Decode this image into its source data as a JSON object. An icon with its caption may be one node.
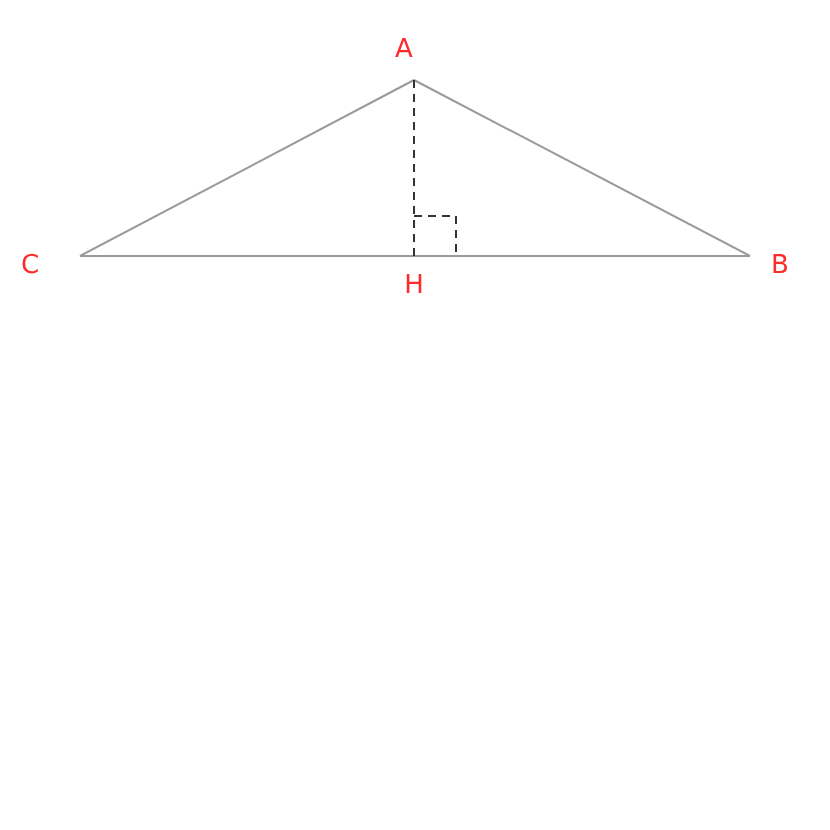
{
  "diagram": {
    "nodes": [
      {
        "text": [
          "A"
        ]
      },
      {
        "text": [
          "C"
        ]
      },
      {
        "text": [
          "B"
        ]
      },
      {
        "text": [
          "H"
        ]
      }
    ],
    "edges": [
      {
        "from": 0,
        "to": 1,
        "arrow": "none"
      },
      {
        "from": 0,
        "to": 2,
        "arrow": "none"
      },
      {
        "from": 1,
        "to": 3,
        "arrow": "none"
      },
      {
        "from": 3,
        "to": 2,
        "arrow": "none"
      },
      {
        "from": 0,
        "to": 3,
        "arrow": "none",
        "style": "dashed",
        "color": "#333333"
      }
    ]
  }
}
